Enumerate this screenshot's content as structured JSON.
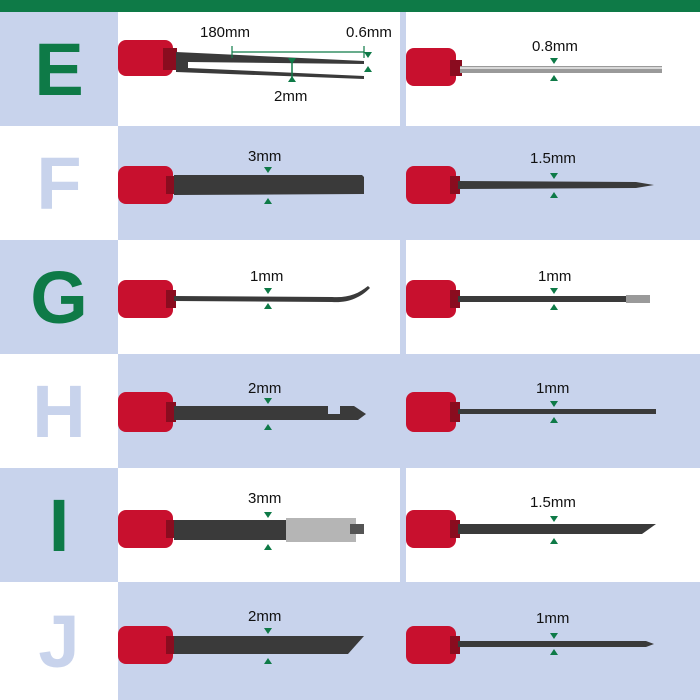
{
  "colors": {
    "green": "#0e7a47",
    "lightblue": "#c8d3ec",
    "red": "#c8102e",
    "metal": "#3a3a3a"
  },
  "rows": [
    {
      "letter": "E",
      "left": {
        "label": "180mm",
        "label2": "0.6mm",
        "label3": "2mm"
      },
      "right": {
        "label": "0.8mm"
      }
    },
    {
      "letter": "F",
      "left": {
        "label": "3mm"
      },
      "right": {
        "label": "1.5mm"
      }
    },
    {
      "letter": "G",
      "left": {
        "label": "1mm"
      },
      "right": {
        "label": "1mm"
      }
    },
    {
      "letter": "H",
      "left": {
        "label": "2mm"
      },
      "right": {
        "label": "1mm"
      }
    },
    {
      "letter": "I",
      "left": {
        "label": "3mm"
      },
      "right": {
        "label": "1.5mm"
      }
    },
    {
      "letter": "J",
      "left": {
        "label": "2mm"
      },
      "right": {
        "label": "1mm"
      }
    }
  ]
}
